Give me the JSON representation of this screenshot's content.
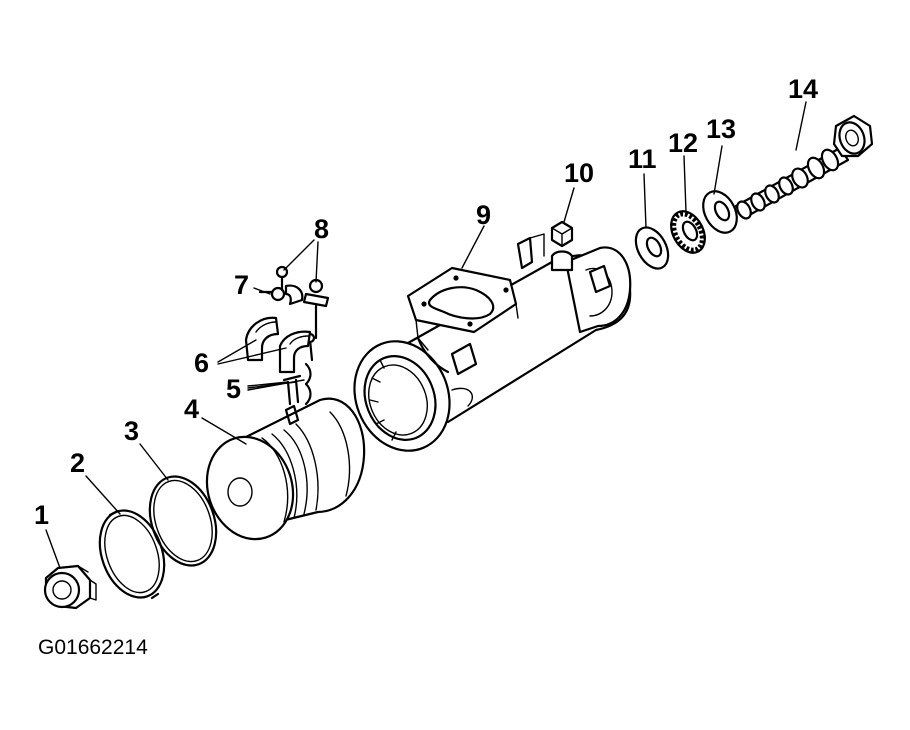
{
  "figure": {
    "id_label": "G01662214"
  },
  "callouts": [
    {
      "number": "1"
    },
    {
      "number": "2"
    },
    {
      "number": "3"
    },
    {
      "number": "4"
    },
    {
      "number": "5"
    },
    {
      "number": "6"
    },
    {
      "number": "7"
    },
    {
      "number": "8"
    },
    {
      "number": "9"
    },
    {
      "number": "10"
    },
    {
      "number": "11"
    },
    {
      "number": "12"
    },
    {
      "number": "13"
    },
    {
      "number": "14"
    }
  ],
  "colors": {
    "ink": "#000000",
    "background": "#ffffff"
  }
}
